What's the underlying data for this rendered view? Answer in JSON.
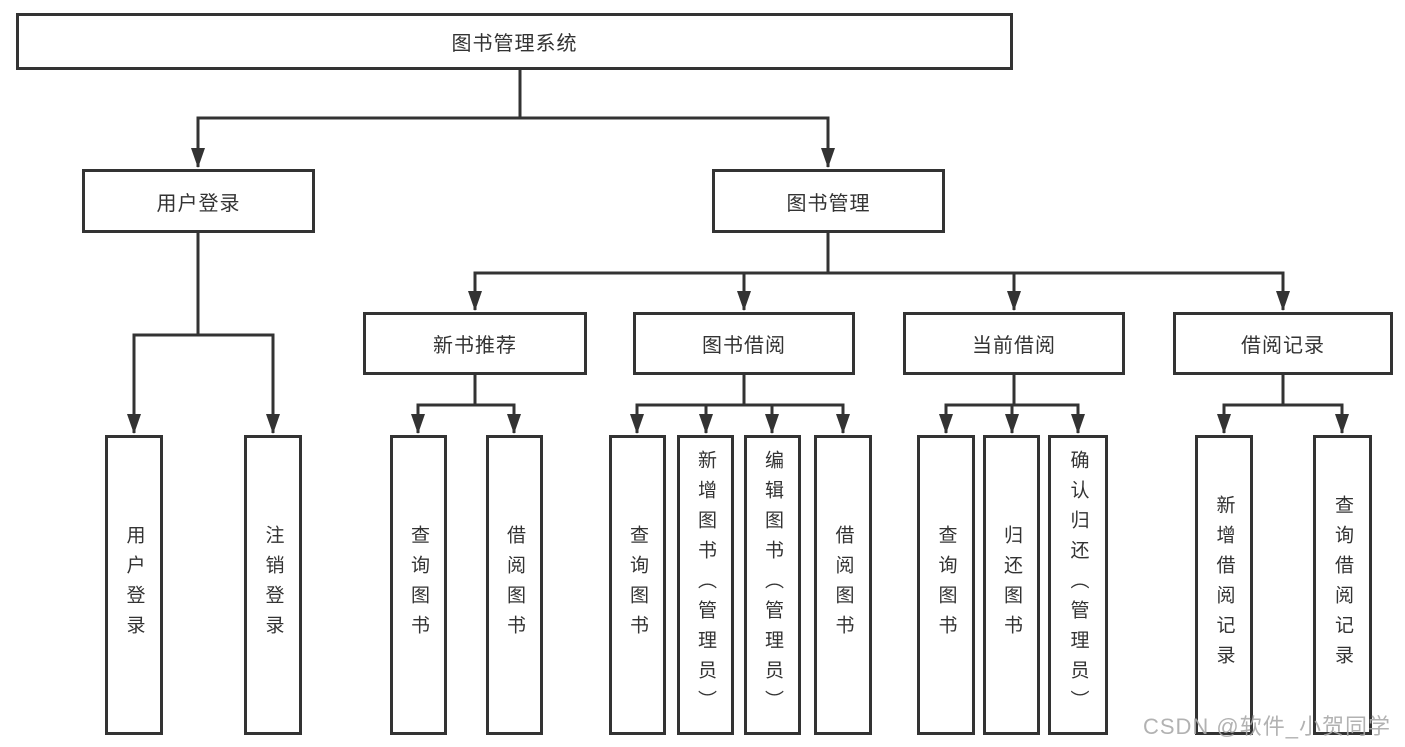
{
  "root": {
    "label": "图书管理系统"
  },
  "level2": [
    {
      "label": "用户登录",
      "parent": "图书管理系统"
    },
    {
      "label": "图书管理",
      "parent": "图书管理系统"
    }
  ],
  "level3": [
    {
      "label": "新书推荐",
      "parent": "图书管理"
    },
    {
      "label": "图书借阅",
      "parent": "图书管理"
    },
    {
      "label": "当前借阅",
      "parent": "图书管理"
    },
    {
      "label": "借阅记录",
      "parent": "图书管理"
    }
  ],
  "leaves": [
    {
      "label": "用户登录",
      "parent": "用户登录"
    },
    {
      "label": "注销登录",
      "parent": "用户登录"
    },
    {
      "label": "查询图书",
      "parent": "新书推荐"
    },
    {
      "label": "借阅图书",
      "parent": "新书推荐"
    },
    {
      "label": "查询图书",
      "parent": "图书借阅"
    },
    {
      "label": "新增图书（管理员）",
      "parent": "图书借阅"
    },
    {
      "label": "编辑图书（管理员）",
      "parent": "图书借阅"
    },
    {
      "label": "借阅图书",
      "parent": "图书借阅"
    },
    {
      "label": "查询图书",
      "parent": "当前借阅"
    },
    {
      "label": "归还图书",
      "parent": "当前借阅"
    },
    {
      "label": "确认归还（管理员）",
      "parent": "当前借阅"
    },
    {
      "label": "新增借阅记录",
      "parent": "借阅记录"
    },
    {
      "label": "查询借阅记录",
      "parent": "借阅记录"
    }
  ],
  "watermark": {
    "text": "CSDN @软件_小贺同学"
  },
  "colors": {
    "line": "#333333",
    "box_border": "#333333",
    "box_background": "#ffffff",
    "text": "#333333",
    "watermark": "#aaaaaa",
    "background": "#ffffff"
  }
}
